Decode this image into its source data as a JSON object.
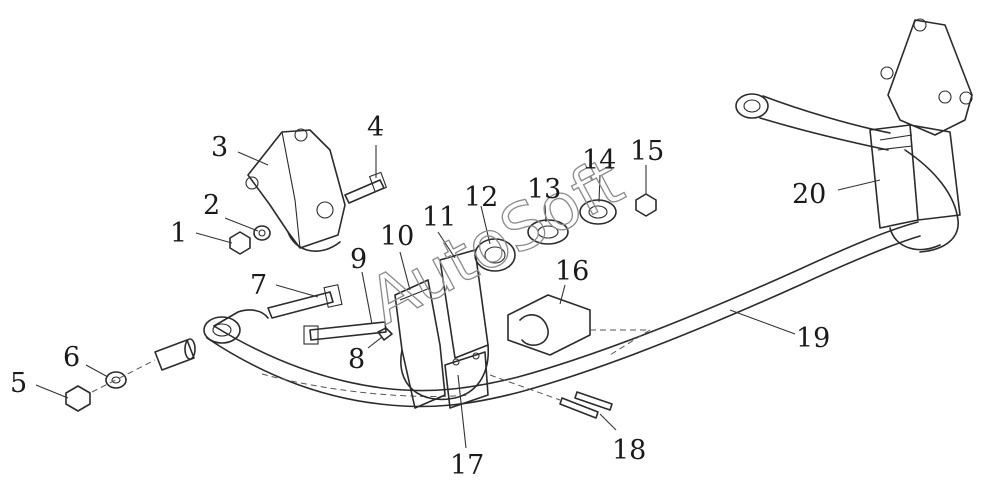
{
  "diagram": {
    "watermark": "AutoSoft",
    "callouts": [
      {
        "id": "label-1",
        "text": "1"
      },
      {
        "id": "label-2",
        "text": "2"
      },
      {
        "id": "label-3",
        "text": "3"
      },
      {
        "id": "label-4",
        "text": "4"
      },
      {
        "id": "label-5",
        "text": "5"
      },
      {
        "id": "label-6",
        "text": "6"
      },
      {
        "id": "label-7",
        "text": "7"
      },
      {
        "id": "label-8",
        "text": "8"
      },
      {
        "id": "label-9",
        "text": "9"
      },
      {
        "id": "label-10",
        "text": "10"
      },
      {
        "id": "label-11",
        "text": "11"
      },
      {
        "id": "label-12",
        "text": "12"
      },
      {
        "id": "label-13",
        "text": "13"
      },
      {
        "id": "label-14",
        "text": "14"
      },
      {
        "id": "label-15",
        "text": "15"
      },
      {
        "id": "label-16",
        "text": "16"
      },
      {
        "id": "label-17",
        "text": "17"
      },
      {
        "id": "label-18",
        "text": "18"
      },
      {
        "id": "label-19",
        "text": "19"
      },
      {
        "id": "label-20",
        "text": "20"
      }
    ]
  }
}
